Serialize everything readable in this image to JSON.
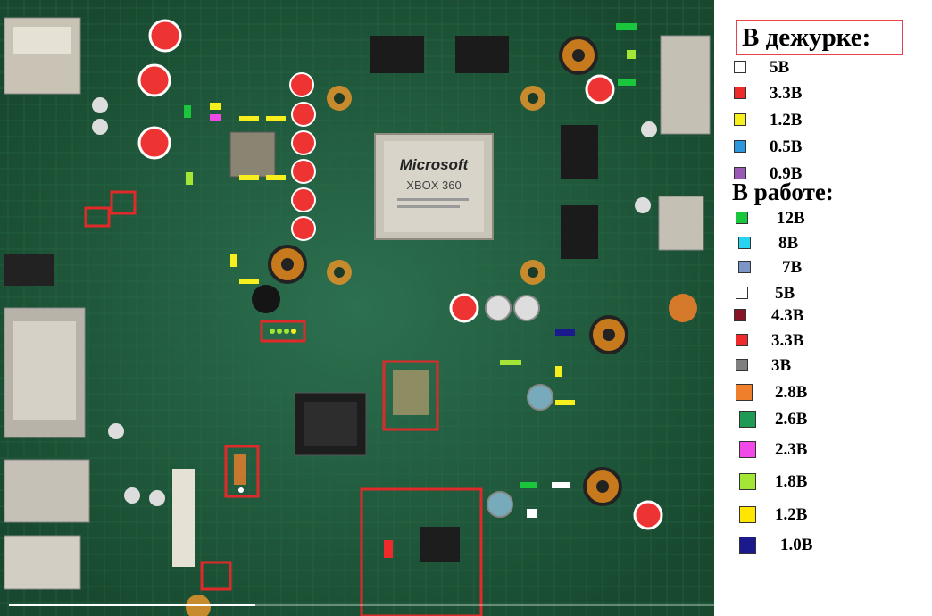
{
  "legend": {
    "standby_title": "В дежурке:",
    "standby": [
      {
        "label": "5В",
        "color": "#ffffff"
      },
      {
        "label": "3.3В",
        "color": "#ee2a2a"
      },
      {
        "label": "1.2В",
        "color": "#f6ef1d"
      },
      {
        "label": "0.5В",
        "color": "#2a97e0"
      },
      {
        "label": "0.9В",
        "color": "#9b59b6"
      }
    ],
    "work_title": "В работе:",
    "work": [
      {
        "label": "12В",
        "color": "#19c63c"
      },
      {
        "label": "8В",
        "color": "#26d3f0"
      },
      {
        "label": "7В",
        "color": "#7b95c8"
      },
      {
        "label": "5В",
        "color": "#ffffff"
      },
      {
        "label": "4.3В",
        "color": "#8a1226"
      },
      {
        "label": "3.3В",
        "color": "#ee2a2a"
      },
      {
        "label": "3В",
        "color": "#7f7f7f"
      },
      {
        "label": "2.8В",
        "color": "#f07f2c"
      },
      {
        "label": "2.6В",
        "color": "#1f9a55"
      },
      {
        "label": "2.3В",
        "color": "#f049e8"
      },
      {
        "label": "1.8В",
        "color": "#a3e636"
      },
      {
        "label": "1.2В",
        "color": "#ffe600"
      },
      {
        "label": "1.0В",
        "color": "#1a1a8c"
      }
    ]
  },
  "board": {
    "main_chip": {
      "brand": "Microsoft",
      "model": "XBOX 360"
    }
  },
  "video": {
    "progress": 0.27
  }
}
